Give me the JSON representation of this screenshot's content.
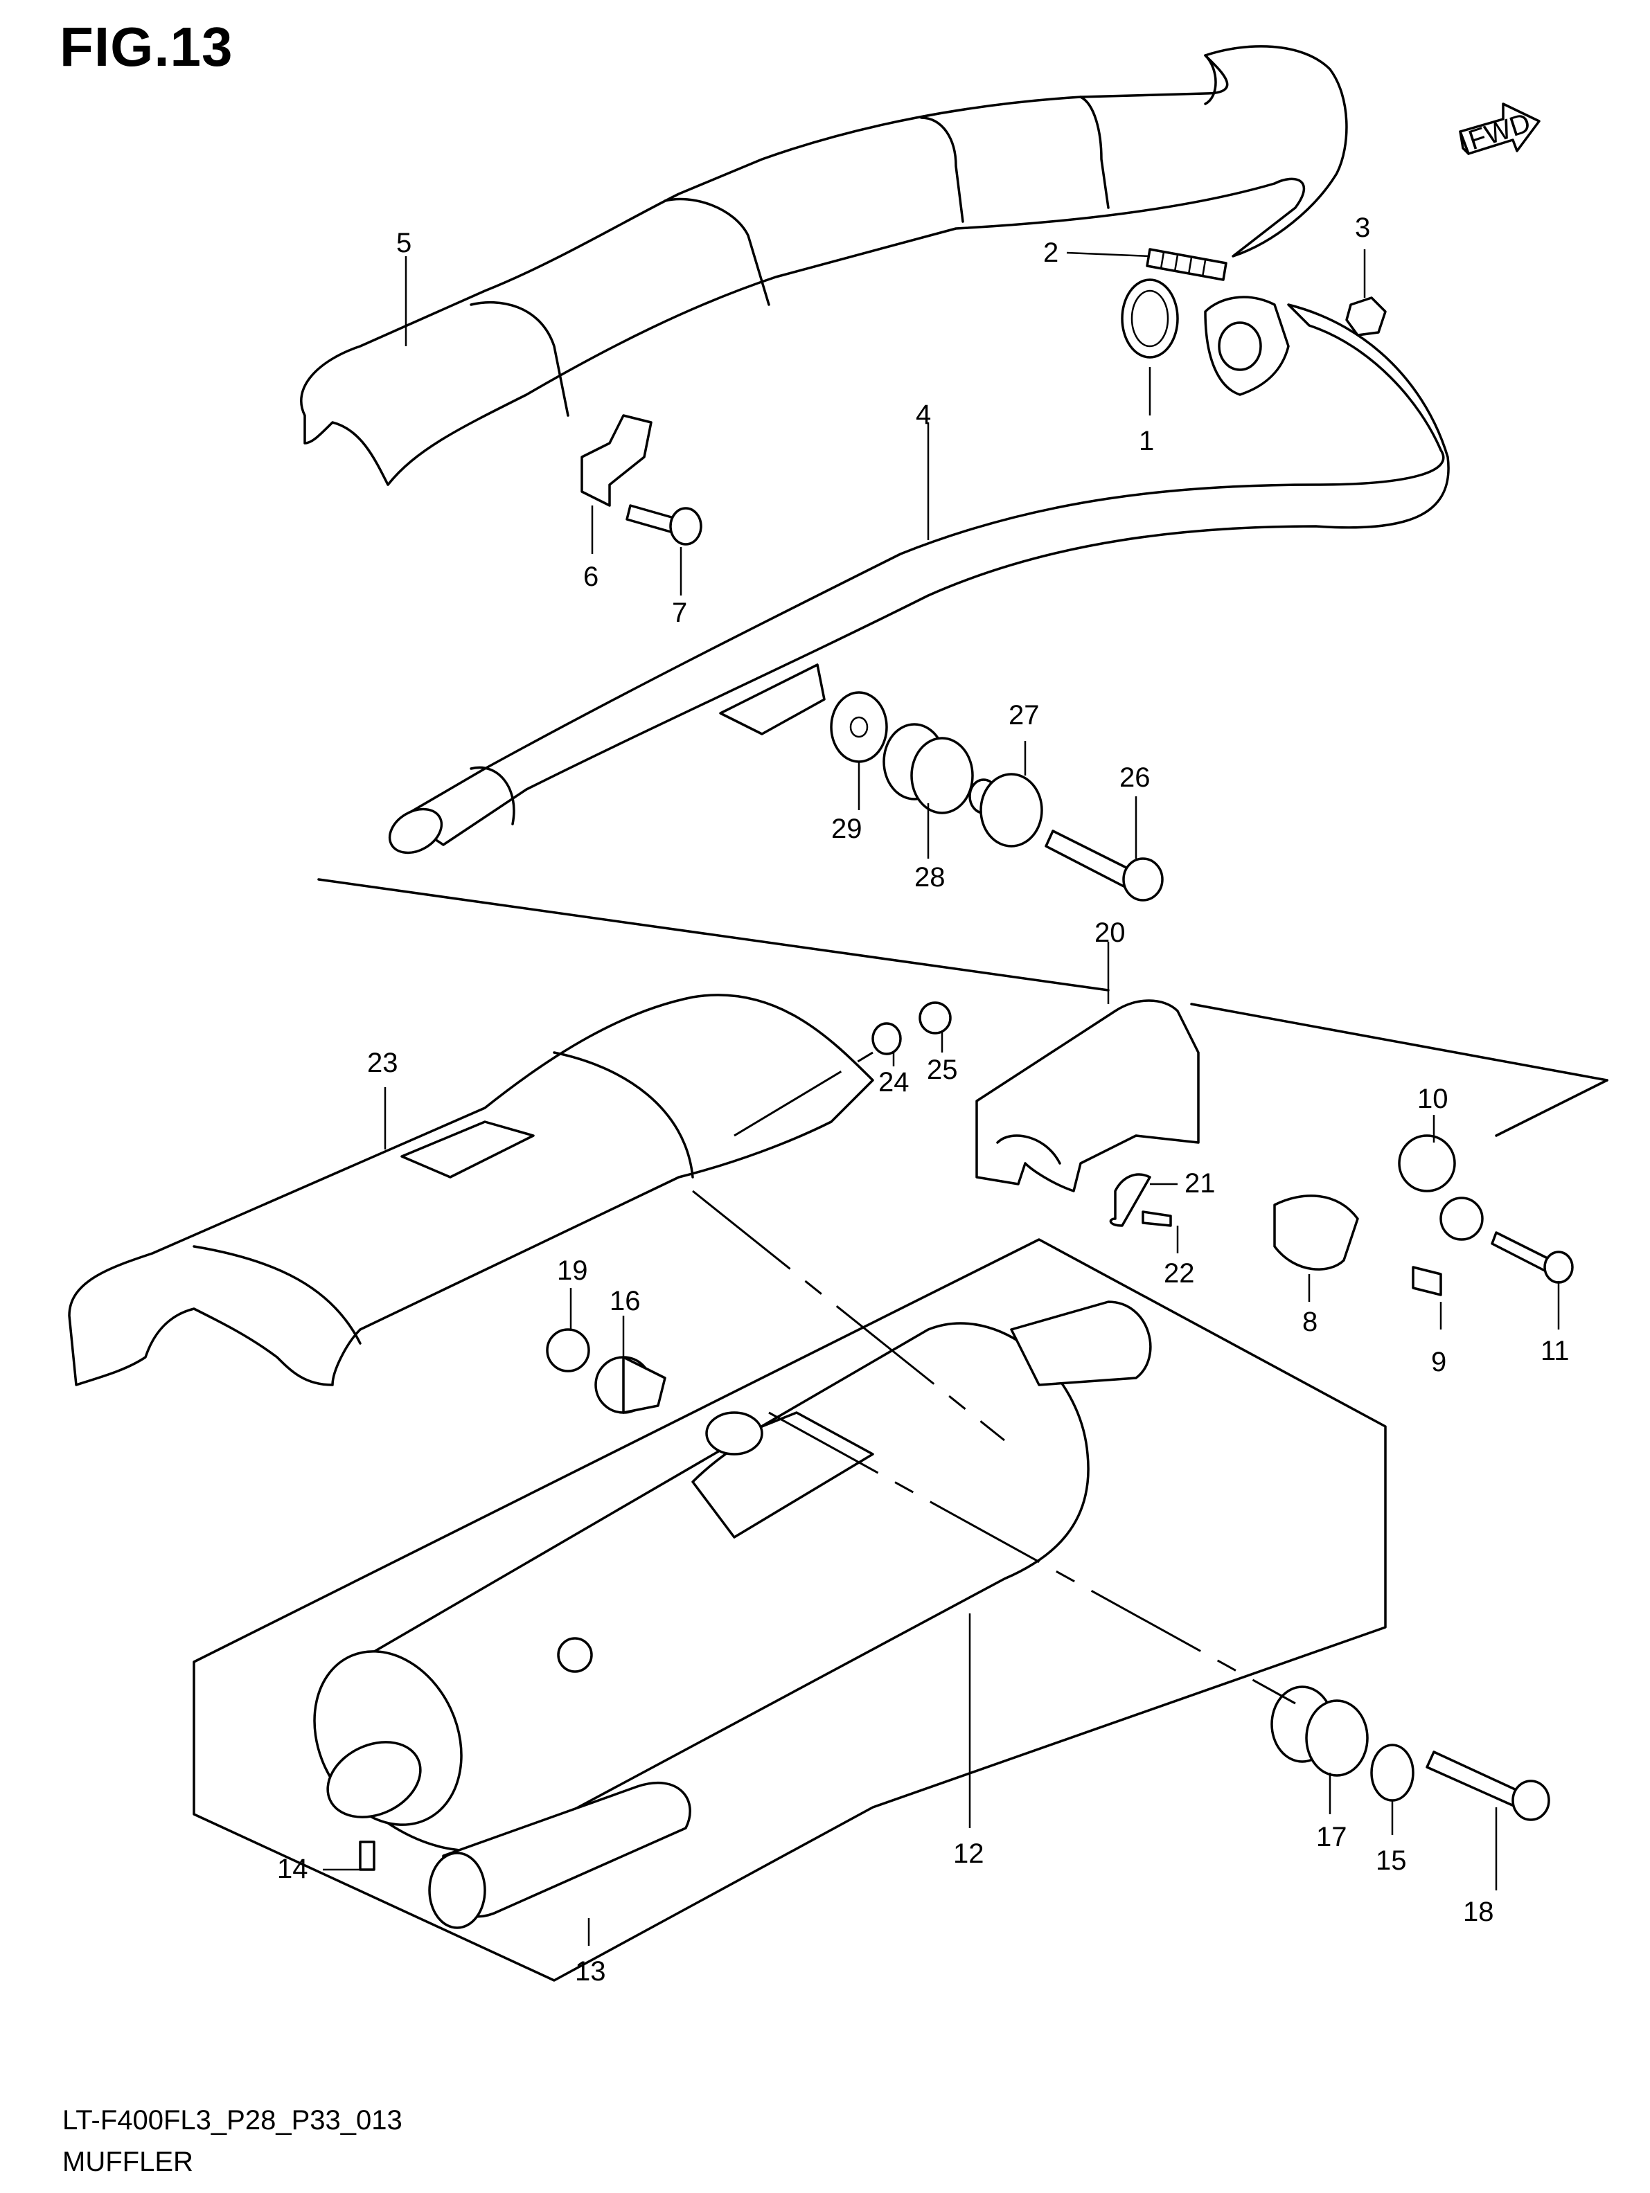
{
  "figure": {
    "title": "FIG.13",
    "code": "LT-F400FL3_P28_P33_013",
    "name": "MUFFLER",
    "fwd_label": "FWD"
  },
  "callouts": [
    "1",
    "2",
    "3",
    "4",
    "5",
    "6",
    "7",
    "8",
    "9",
    "10",
    "11",
    "12",
    "13",
    "14",
    "15",
    "16",
    "17",
    "18",
    "19",
    "20",
    "21",
    "22",
    "23",
    "24",
    "25",
    "26",
    "27",
    "28",
    "29"
  ]
}
